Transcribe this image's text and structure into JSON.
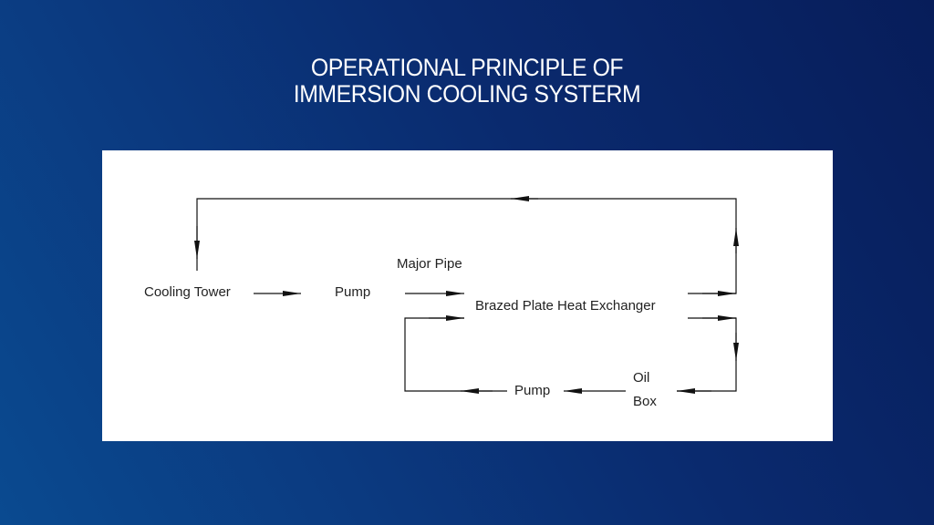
{
  "title": {
    "line1": "OPERATIONAL PRINCIPLE OF",
    "line2": "IMMERSION COOLING SYSTERM"
  },
  "diagram": {
    "nodes": {
      "cooling_tower": "Cooling Tower",
      "pump_primary": "Pump",
      "major_pipe": "Major Pipe",
      "heat_exchanger": "Brazed Plate Heat Exchanger",
      "oil_box_line1": "Oil",
      "oil_box_line2": "Box",
      "pump_secondary": "Pump"
    },
    "colors": {
      "line": "#111111",
      "panel": "#ffffff",
      "title": "#ffffff"
    }
  }
}
